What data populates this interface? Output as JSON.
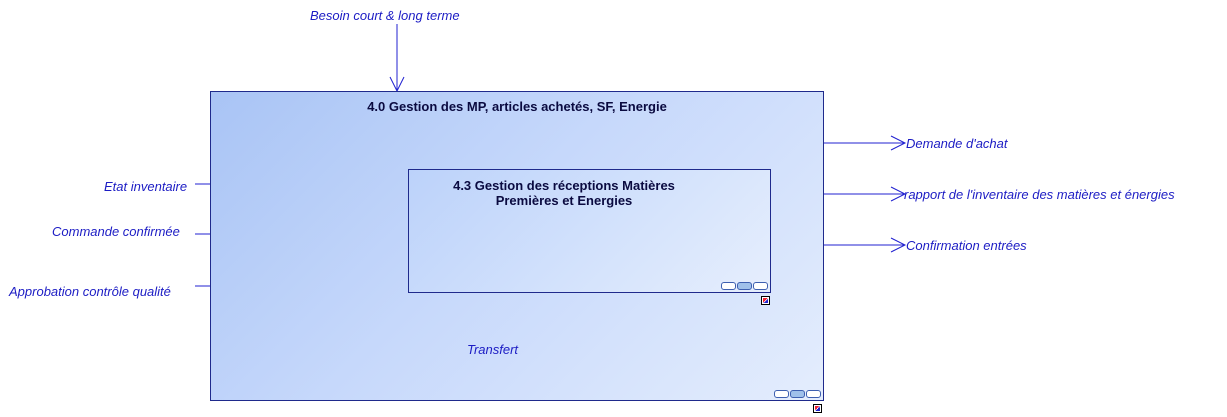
{
  "diagram": {
    "outer_box": {
      "title": "4.0 Gestion des MP, articles achetés, SF, Energie"
    },
    "inner_box": {
      "title_line1": "4.3 Gestion des réceptions Matières",
      "title_line2": "Premières et Energies"
    },
    "arrows": {
      "control_top": "Besoin  court & long terme",
      "input_1": "Etat inventaire",
      "input_2": "Commande confirmée",
      "input_3": "Approbation contrôle qualité",
      "output_1": "Demande d'achat",
      "output_2": "rapport de l'inventaire des matières et énergies",
      "output_3": "Confirmation entrées",
      "output_bottom": "Transfert"
    },
    "colors": {
      "arrow": "#2020d0",
      "box_border": "#1f2a8c",
      "label": "#1c1cc4"
    }
  }
}
